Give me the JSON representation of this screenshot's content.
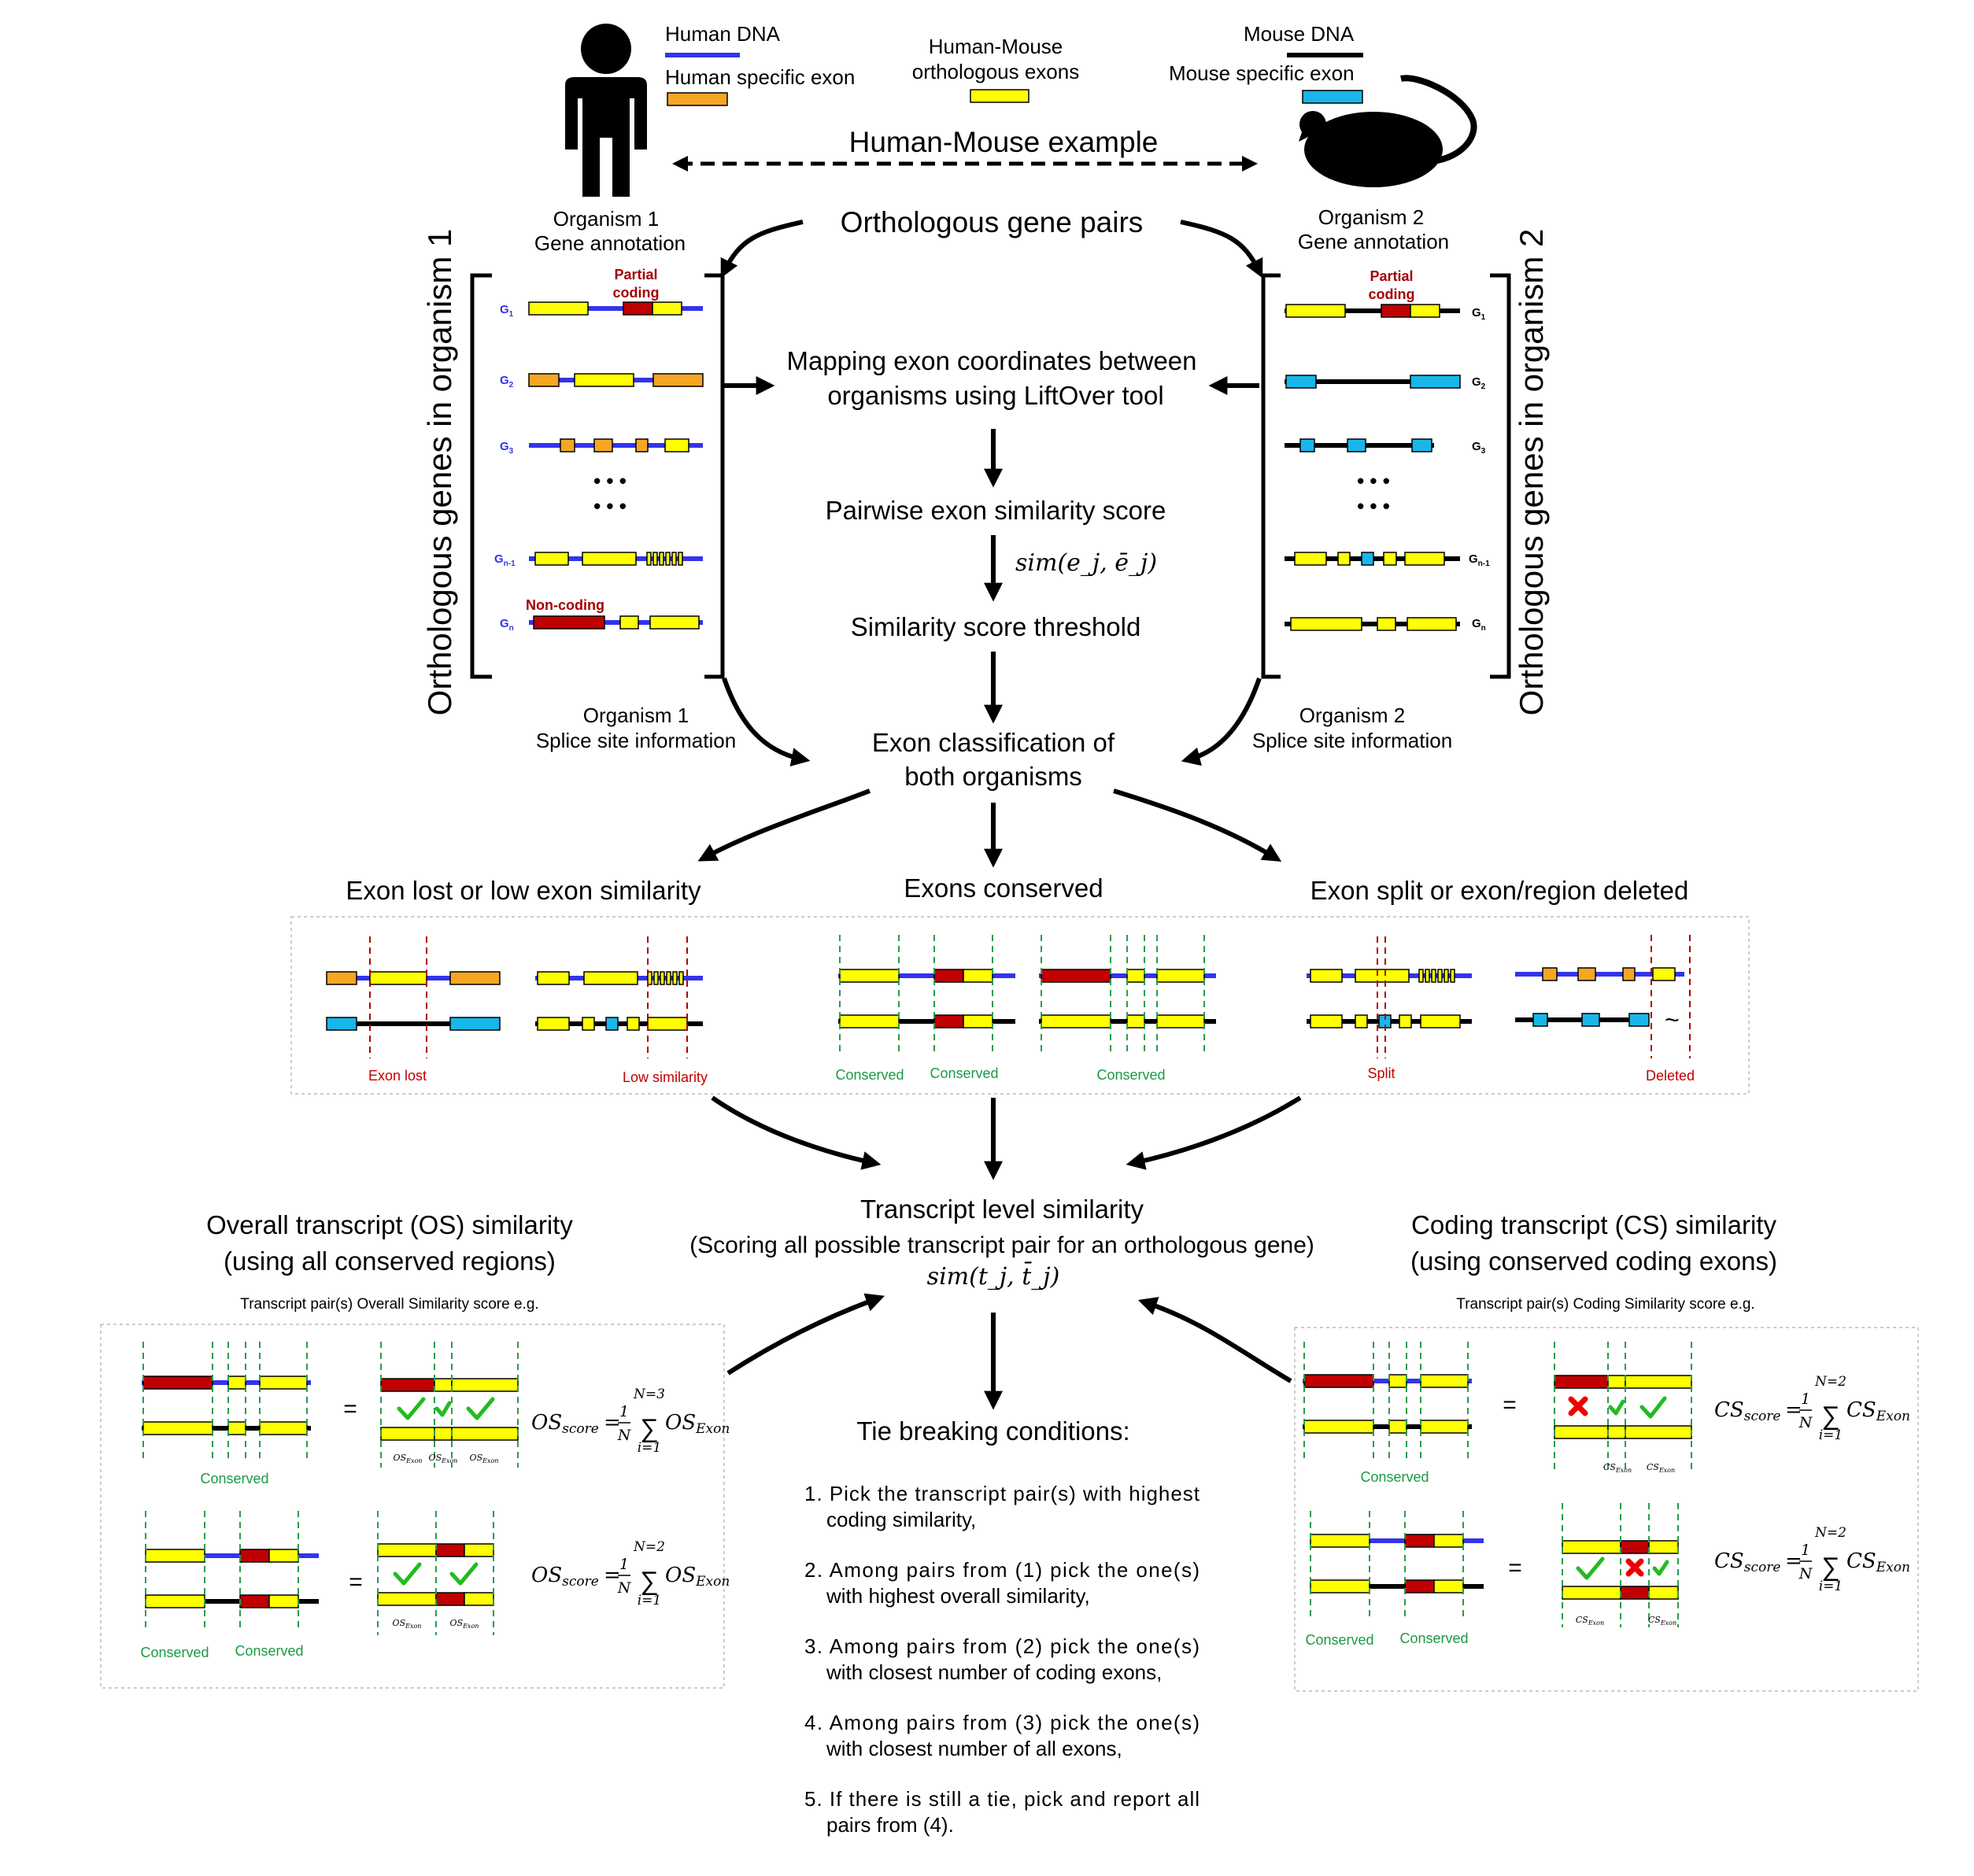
{
  "legend": {
    "human_dna": "Human DNA",
    "human_specific_exon": "Human specific exon",
    "orthologous_exons": [
      "Human-Mouse",
      "orthologous exons"
    ],
    "mouse_dna": "Mouse DNA",
    "mouse_specific_exon": "Mouse specific exon"
  },
  "example_title": "Human-Mouse example",
  "organism1": {
    "gene_annotation": [
      "Organism 1",
      "Gene annotation"
    ],
    "splice_site": [
      "Organism 1",
      "Splice site information"
    ],
    "side_label": "Orthologous genes in organism 1"
  },
  "organism2": {
    "gene_annotation": [
      "Organism 2",
      "Gene annotation"
    ],
    "splice_site": [
      "Organism 2",
      "Splice site information"
    ],
    "side_label": "Orthologous genes in organism 2"
  },
  "gene_labels": {
    "g1": "G",
    "g1_sub": "1",
    "g2": "G",
    "g2_sub": "2",
    "g3": "G",
    "g3_sub": "3",
    "gn1": "G",
    "gn1_sub": "n-1",
    "gn": "G",
    "gn_sub": "n",
    "ellipsis": "• • •"
  },
  "annotations": {
    "partial": "Partial",
    "coding": "coding",
    "non_coding": "Non-coding"
  },
  "steps": {
    "orthologous_pairs": "Orthologous gene pairs",
    "mapping": [
      "Mapping exon coordinates between",
      "organisms using LiftOver tool"
    ],
    "pairwise": "Pairwise exon similarity score",
    "sim_exon": "sim(e_j, ē_j)",
    "threshold": "Similarity score threshold",
    "classification": [
      "Exon classification of",
      "both organisms"
    ]
  },
  "categories": {
    "lost": "Exon lost or low exon similarity",
    "conserved": "Exons conserved",
    "split": "Exon split or exon/region deleted"
  },
  "panel_labels": {
    "exon_lost": "Exon lost",
    "low_similarity": "Low similarity",
    "conserved": "Conserved",
    "split": "Split",
    "deleted": "Deleted",
    "tilde": "~"
  },
  "transcript": {
    "title": "Transcript level similarity",
    "subtitle": "(Scoring all possible transcript pair for an orthologous gene)",
    "sim": "sim(t_j, t̄_j)"
  },
  "os_section": {
    "title": [
      "Overall transcript (OS) similarity",
      "(using all conserved regions)"
    ],
    "example": "Transcript pair(s) Overall Similarity score e.g.",
    "score_label": "OS",
    "score_sub": "score",
    "exon_label": "OS",
    "exon_sub": "Exon",
    "n3": "N=3",
    "n2": "N=2"
  },
  "cs_section": {
    "title": [
      "Coding transcript (CS) similarity",
      "(using conserved coding exons)"
    ],
    "example": "Transcript pair(s) Coding Similarity score e.g.",
    "score_label": "CS",
    "score_sub": "score",
    "exon_label": "CS",
    "exon_sub": "Exon",
    "n2": "N=2"
  },
  "formula": {
    "equals": "=",
    "one": "1",
    "n": "N",
    "i1": "i=1",
    "sigma": "∑"
  },
  "tie": {
    "title": "Tie breaking conditions:",
    "items": [
      [
        "1. Pick the transcript pair(s) with highest",
        "coding similarity,"
      ],
      [
        "2. Among pairs from (1) pick the one(s)",
        "with highest overall similarity,"
      ],
      [
        "3. Among pairs from (2) pick the one(s)",
        "with closest number of coding exons,"
      ],
      [
        "4. Among pairs from (3) pick the one(s)",
        "with closest number of all exons,"
      ],
      [
        "5. If there is still a tie, pick and report all",
        "pairs from (4)."
      ]
    ]
  },
  "colors": {
    "human_dna": "#3333ee",
    "mouse_dna": "#000000",
    "human_specific": "#f5a623",
    "orthologous": "#ffff00",
    "mouse_specific": "#19b6e9",
    "coding_red": "#c00000",
    "conserved_green": "#2a9d4e"
  }
}
